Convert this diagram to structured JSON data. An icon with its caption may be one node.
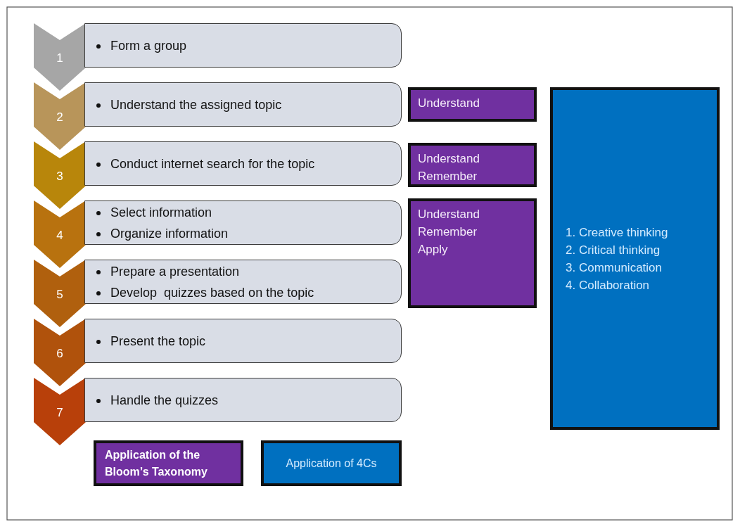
{
  "diagram": {
    "nodes": [
      {
        "text": [
          "1"
        ]
      },
      {
        "text": [
          "Form a group"
        ]
      },
      {
        "text": [
          "2"
        ]
      },
      {
        "text": [
          "Understand the assigned topic"
        ]
      },
      {
        "text": [
          "3"
        ]
      },
      {
        "text": [
          "Conduct internet search for the topic"
        ]
      },
      {
        "text": [
          "4"
        ]
      },
      {
        "text": [
          "Select information",
          "Organize information"
        ]
      },
      {
        "text": [
          "5"
        ]
      },
      {
        "text": [
          "Prepare a presentation",
          "Develop  quizzes based on the topic"
        ]
      },
      {
        "text": [
          "6"
        ]
      },
      {
        "text": [
          "Present the topic"
        ]
      },
      {
        "text": [
          "7"
        ]
      },
      {
        "text": [
          "Handle the quizzes"
        ]
      },
      {
        "text": [
          "Understand"
        ]
      },
      {
        "text": [
          "Understand",
          "Remember"
        ]
      },
      {
        "text": [
          "Understand",
          "Remember",
          "Apply"
        ]
      },
      {
        "text": [
          "1. Creative thinking",
          "2. Critical thinking",
          "3. Communication",
          "4. Collaboration"
        ]
      }
    ],
    "legend": [
      {
        "text": "Application of the Bloom’s Taxonomy",
        "color": "#7030a0"
      },
      {
        "text": "Application of 4Cs",
        "color": "#0070c0"
      }
    ]
  }
}
